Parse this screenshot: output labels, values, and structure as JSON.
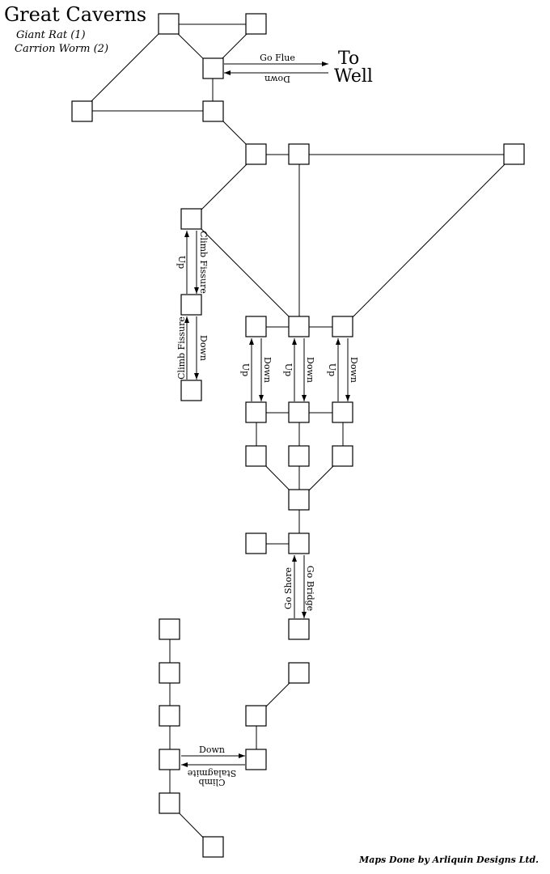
{
  "map": {
    "title": "Great Caverns",
    "monsters": [
      "Giant Rat (1)",
      "Carrion Worm (2)"
    ],
    "exit_label_line1": "To",
    "exit_label_line2": "Well",
    "credit": "Maps Done by Arliquin Designs Ltd.",
    "labels": {
      "go_flue": "Go Flue",
      "down_top": "Down",
      "up_fissure": "Up",
      "climb_fissure_1": "Climb Fissure",
      "climb_fissure_2": "Climb Fissure",
      "down_fissure": "Down",
      "up_1": "Up",
      "down_1": "Down",
      "up_2": "Up",
      "down_2": "Down",
      "up_3": "Up",
      "down_3": "Down",
      "go_shore": "Go Shore",
      "go_bridge": "Go Bridge",
      "down_bottom": "Down",
      "climb_1": "Climb",
      "climb_2": "Stalagmite"
    }
  }
}
